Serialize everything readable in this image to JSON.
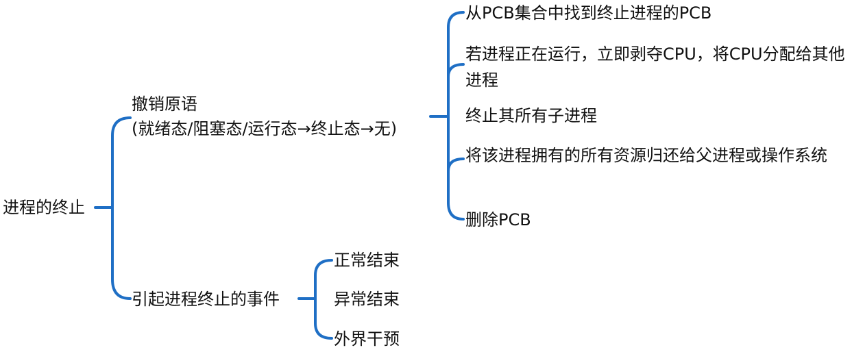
{
  "diagram": {
    "line_color": "#1f6fc5",
    "root": {
      "label": "进程的终止"
    },
    "branches": [
      {
        "title": "撤销原语",
        "subtitle": "(就绪态/阻塞态/运行态→终止态→无)",
        "children": [
          "从PCB集合中找到终止进程的PCB",
          "若进程正在运行，立即剥夺CPU，将CPU分配给其他进程",
          "终止其所有子进程",
          "将该进程拥有的所有资源归还给父进程或操作系统",
          "删除PCB"
        ]
      },
      {
        "title": "引起进程终止的事件",
        "children": [
          "正常结束",
          "异常结束",
          "外界干预"
        ]
      }
    ]
  }
}
